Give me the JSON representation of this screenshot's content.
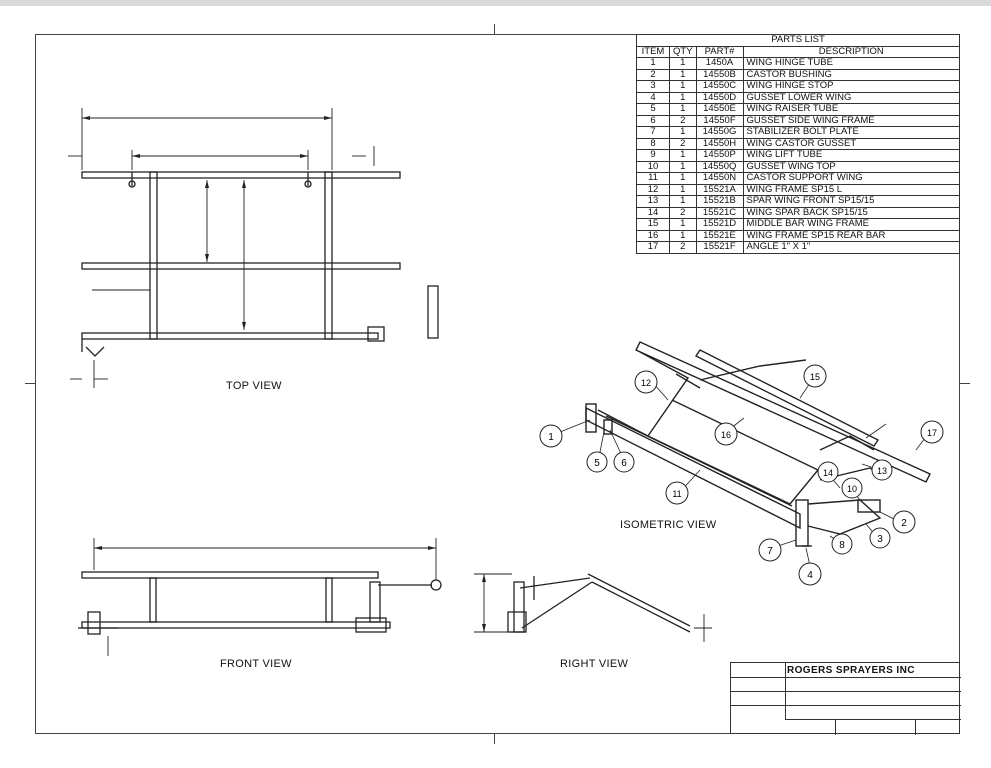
{
  "parts_list": {
    "title": "PARTS LIST",
    "headers": [
      "ITEM",
      "QTY",
      "PART#",
      "DESCRIPTION"
    ],
    "rows": [
      [
        "1",
        "1",
        "1450A",
        "WING HINGE TUBE"
      ],
      [
        "2",
        "1",
        "14550B",
        "CASTOR BUSHING"
      ],
      [
        "3",
        "1",
        "14550C",
        "WING HINGE STOP"
      ],
      [
        "4",
        "1",
        "14550D",
        "GUSSET LOWER WING"
      ],
      [
        "5",
        "1",
        "14550E",
        "WING RAISER TUBE"
      ],
      [
        "6",
        "2",
        "14550F",
        "GUSSET SIDE WING FRAME"
      ],
      [
        "7",
        "1",
        "14550G",
        "STABILIZER BOLT PLATE"
      ],
      [
        "8",
        "2",
        "14550H",
        "WING CASTOR GUSSET"
      ],
      [
        "9",
        "1",
        "14550P",
        "WING LIFT TUBE"
      ],
      [
        "10",
        "1",
        "14550Q",
        "GUSSET WING TOP"
      ],
      [
        "11",
        "1",
        "14550N",
        "CASTOR SUPPORT WING"
      ],
      [
        "12",
        "1",
        "15521A",
        "WING FRAME SP15 L"
      ],
      [
        "13",
        "1",
        "15521B",
        "SPAR WING FRONT SP15/15"
      ],
      [
        "14",
        "2",
        "15521C",
        "WING SPAR BACK SP15/15"
      ],
      [
        "15",
        "1",
        "15521D",
        "MIDDLE BAR WING FRAME"
      ],
      [
        "16",
        "1",
        "15521E",
        "WING FRAME SP15 REAR BAR"
      ],
      [
        "17",
        "2",
        "15521F",
        "ANGLE 1\" X 1\""
      ]
    ]
  },
  "views": {
    "top": "TOP VIEW",
    "front": "FRONT VIEW",
    "right": "RIGHT VIEW",
    "isometric": "ISOMETRIC VIEW"
  },
  "balloons": [
    "1",
    "2",
    "3",
    "4",
    "5",
    "6",
    "7",
    "8",
    "10",
    "11",
    "12",
    "13",
    "14",
    "15",
    "16",
    "17"
  ],
  "title_block": {
    "company": "ROGERS SPRAYERS INC"
  }
}
